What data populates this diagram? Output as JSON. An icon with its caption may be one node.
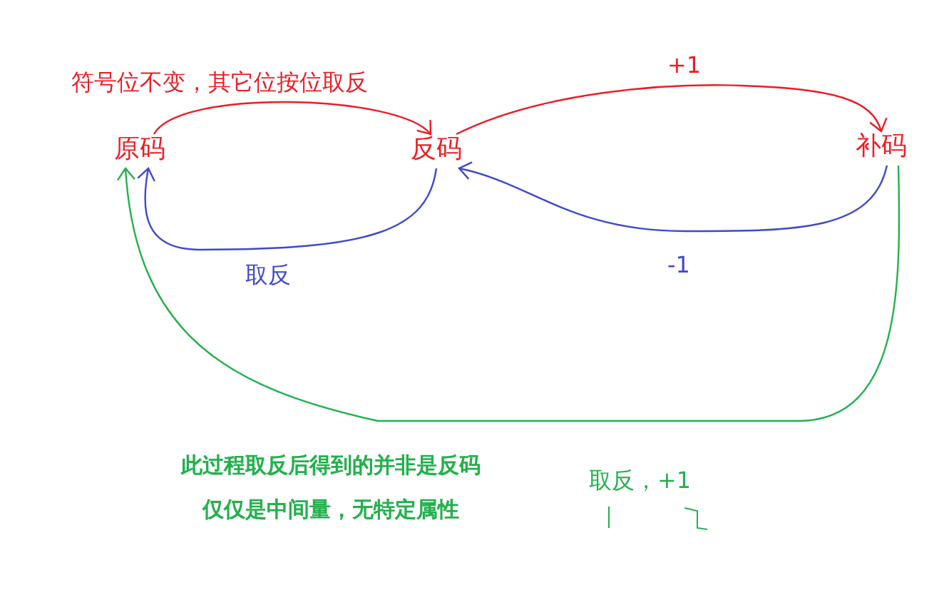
{
  "diagram": {
    "nodes": [
      {
        "text": [
          "原码"
        ]
      },
      {
        "text": [
          "反码"
        ]
      },
      {
        "text": [
          "补码"
        ]
      }
    ],
    "edges": [
      {
        "from": 0,
        "to": 1,
        "arrow": "to",
        "label": "符号位不变，其它位按位取反",
        "color": "#ed1c24"
      },
      {
        "from": 1,
        "to": 2,
        "arrow": "to",
        "label": "+1",
        "color": "#ed1c24"
      },
      {
        "from": 2,
        "to": 1,
        "arrow": "to",
        "label": "-1",
        "color": "#3f48cc"
      },
      {
        "from": 1,
        "to": 0,
        "arrow": "to",
        "label": "取反",
        "color": "#3f48cc"
      },
      {
        "from": 2,
        "to": 0,
        "arrow": "to",
        "label": "取反，+1",
        "color": "#22b14c"
      }
    ],
    "labels": [
      "此过程取反后得到的并非是反码",
      "仅仅是中间量，无特定属性"
    ]
  }
}
